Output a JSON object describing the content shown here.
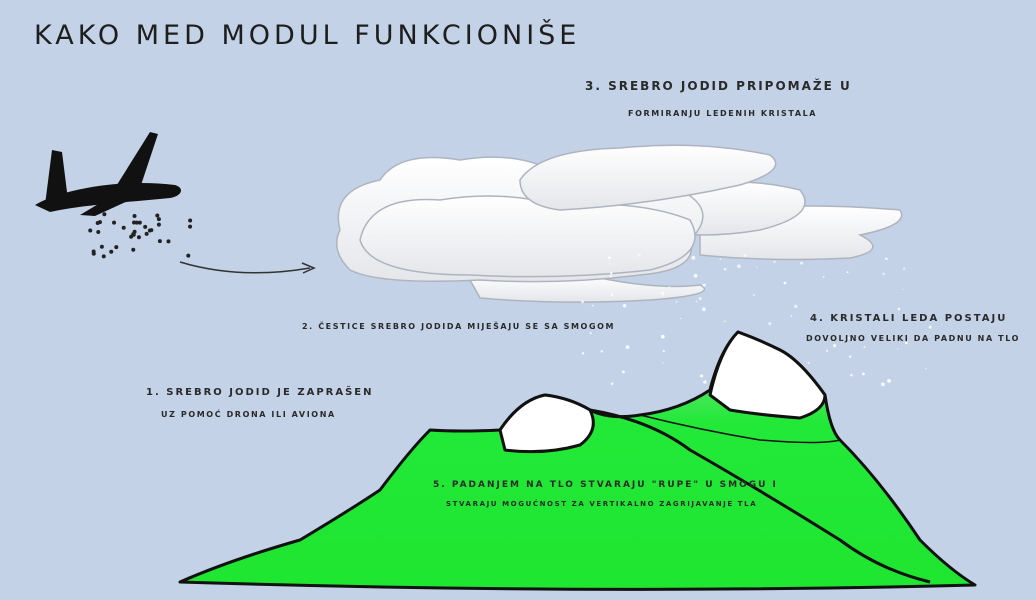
{
  "title": "KAKO MED MODUL FUNKCIONIŠE",
  "steps": {
    "step1": {
      "line1": "1. SREBRO JODID JE ZAPRAŠEN",
      "line2": "UZ POMOĆ DRONA ILI AVIONA"
    },
    "step2": {
      "line1": "2. ČESTICE SREBRO JODIDA MIJEŠAJU SE SA SMOGOM"
    },
    "step3": {
      "line1": "3. SREBRO JODID PRIPOMAŽE U",
      "line2": "FORMIRANJU LEDENIH KRISTALA"
    },
    "step4": {
      "line1": "4. KRISTALI LEDA POSTAJU",
      "line2": "DOVOLJNO VELIKI DA PADNU NA TLO"
    },
    "step5": {
      "line1": "5. PADANJEM NA TLO STVARAJU \"RUPE\" U SMOGU I",
      "line2": "STVARAJU MOGUĆNOST ZA VERTIKALNO ZAGRIJAVANJE TLA"
    }
  },
  "colors": {
    "background": "#c3d2e6",
    "mountain": "#22e838",
    "snow": "#ffffff",
    "text": "#2a2a2a"
  }
}
